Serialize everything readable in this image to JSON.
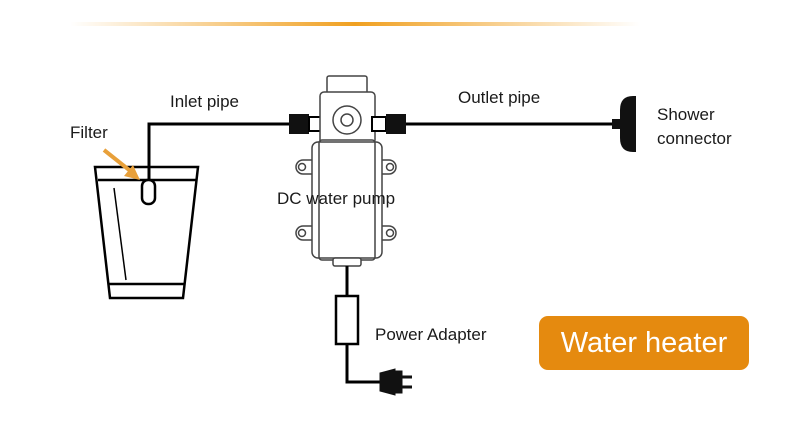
{
  "labels": {
    "filter": "Filter",
    "inlet_pipe": "Inlet pipe",
    "outlet_pipe": "Outlet pipe",
    "shower_connector": "Shower connector",
    "pump": "DC water pump",
    "power_adapter": "Power Adapter"
  },
  "badge": {
    "text": "Water heater",
    "color": "#e58a0f"
  },
  "colors": {
    "accent_line": "#f0a020",
    "filter_arrow": "#e8a03a",
    "pipe": "#000000"
  }
}
